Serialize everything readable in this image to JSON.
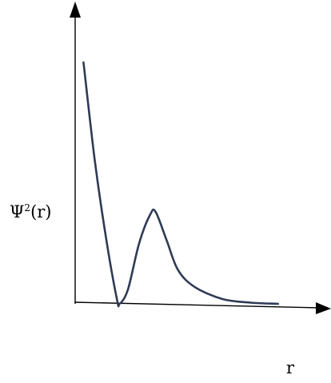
{
  "chart_data": {
    "type": "line",
    "title": "",
    "xlabel": "r",
    "ylabel": {
      "base": "Ψ",
      "superscript": "2",
      "argument": "(r)"
    },
    "ticks": "none",
    "grid": false,
    "legend": "none",
    "series": [
      {
        "color": "#2f3a55",
        "points": [
          [
            0.0,
            1.0
          ],
          [
            0.04,
            0.6
          ],
          [
            0.08,
            0.28
          ],
          [
            0.12,
            0.02
          ],
          [
            0.13,
            0.0
          ],
          [
            0.16,
            0.06
          ],
          [
            0.2,
            0.25
          ],
          [
            0.24,
            0.37
          ],
          [
            0.26,
            0.38
          ],
          [
            0.3,
            0.26
          ],
          [
            0.34,
            0.14
          ],
          [
            0.4,
            0.07
          ],
          [
            0.5,
            0.02
          ],
          [
            0.6,
            0.005
          ],
          [
            0.7,
            0.0
          ]
        ]
      }
    ],
    "xlim": [
      -0.03,
      0.85
    ],
    "ylim": [
      0,
      1.0
    ]
  }
}
